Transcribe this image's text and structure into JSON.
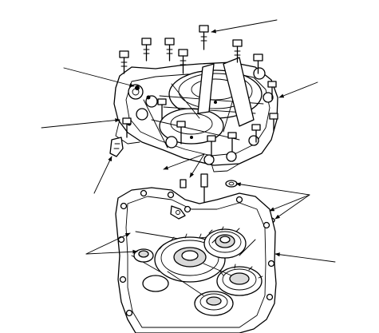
{
  "figure": {
    "style": "exploded-view line drawing",
    "stroke_color": "#000000",
    "background_color": "#ffffff",
    "parts": [
      "transmission-case-cover",
      "cover-mounting-bolts",
      "dowel-pins",
      "gasket-washers",
      "transmission-case-housing",
      "gear-sets",
      "wire-harness-connector"
    ],
    "leader_count": 10
  }
}
